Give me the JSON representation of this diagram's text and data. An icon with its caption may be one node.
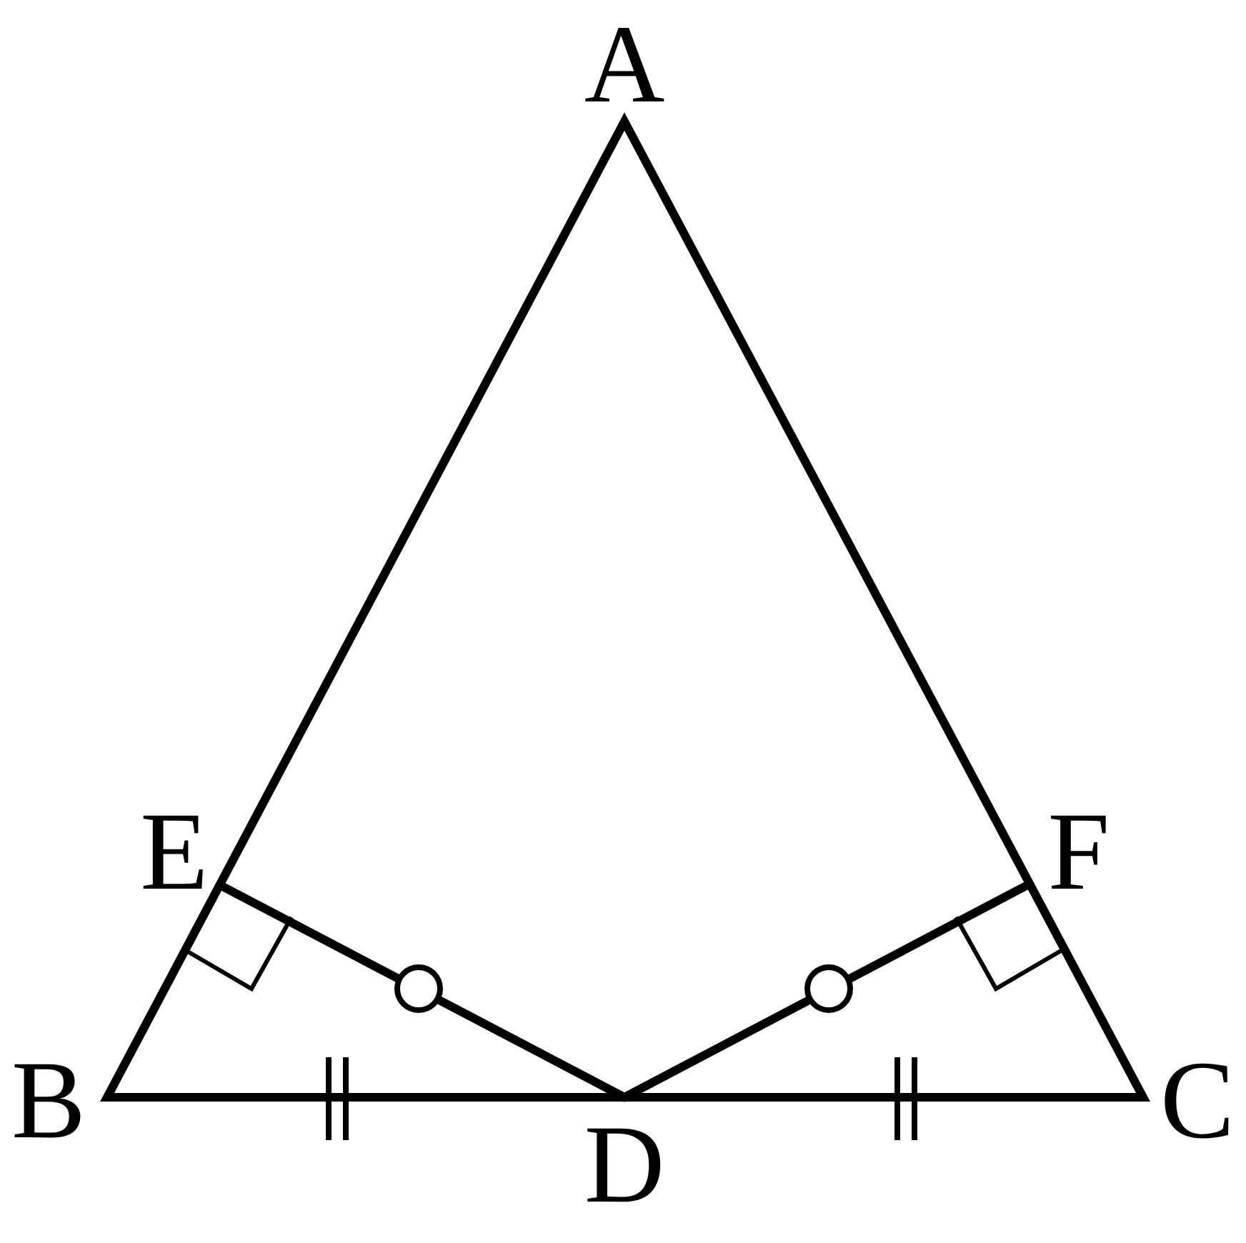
{
  "diagram": {
    "labels": [
      "A",
      "E",
      "F",
      "B",
      "D",
      "C"
    ]
  }
}
